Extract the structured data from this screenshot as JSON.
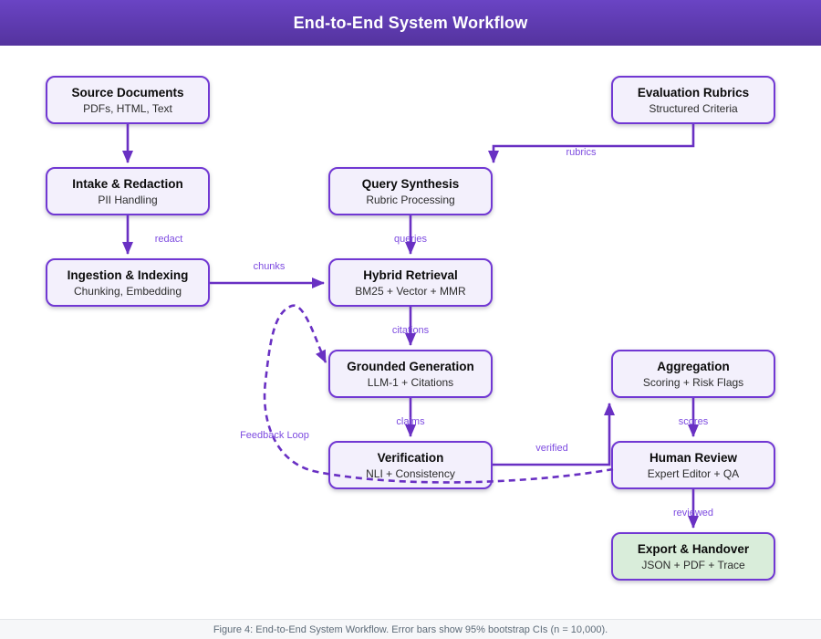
{
  "header": {
    "title": "End-to-End System Workflow"
  },
  "footer": {
    "caption": "Figure 4: End-to-End System Workflow. Error bars show 95% bootstrap CIs (n = 10,000)."
  },
  "colors": {
    "header_gradient_top": "#6a44c4",
    "header_gradient_bottom": "#54339e",
    "node_border": "#7138d3",
    "node_fill": "#f3f0fc",
    "export_fill": "#d9edda",
    "edge_stroke": "#6930c3",
    "edge_label": "#7d4be0"
  },
  "nodes": {
    "source": {
      "title": "Source Documents",
      "subtitle": "PDFs, HTML, Text"
    },
    "rubrics": {
      "title": "Evaluation Rubrics",
      "subtitle": "Structured Criteria"
    },
    "intake": {
      "title": "Intake & Redaction",
      "subtitle": "PII Handling"
    },
    "query": {
      "title": "Query Synthesis",
      "subtitle": "Rubric Processing"
    },
    "ingestion": {
      "title": "Ingestion & Indexing",
      "subtitle": "Chunking, Embedding"
    },
    "retrieval": {
      "title": "Hybrid Retrieval",
      "subtitle": "BM25 + Vector + MMR"
    },
    "generation": {
      "title": "Grounded Generation",
      "subtitle": "LLM-1 + Citations"
    },
    "aggregation": {
      "title": "Aggregation",
      "subtitle": "Scoring + Risk Flags"
    },
    "verification": {
      "title": "Verification",
      "subtitle": "NLI + Consistency"
    },
    "review": {
      "title": "Human Review",
      "subtitle": "Expert Editor + QA"
    },
    "export": {
      "title": "Export & Handover",
      "subtitle": "JSON + PDF + Trace"
    }
  },
  "edges": [
    {
      "from": "source",
      "to": "intake",
      "label": ""
    },
    {
      "from": "rubrics",
      "to": "query",
      "label": "rubrics"
    },
    {
      "from": "intake",
      "to": "ingestion",
      "label": "redact"
    },
    {
      "from": "query",
      "to": "retrieval",
      "label": "queries"
    },
    {
      "from": "ingestion",
      "to": "retrieval",
      "label": "chunks"
    },
    {
      "from": "retrieval",
      "to": "generation",
      "label": "citations"
    },
    {
      "from": "generation",
      "to": "verification",
      "label": "claims"
    },
    {
      "from": "verification",
      "to": "aggregation",
      "label": "verified"
    },
    {
      "from": "aggregation",
      "to": "review",
      "label": "scores"
    },
    {
      "from": "review",
      "to": "export",
      "label": "reviewed"
    },
    {
      "from": "review",
      "to": "generation",
      "label": "Feedback Loop",
      "style": "dashed"
    }
  ]
}
